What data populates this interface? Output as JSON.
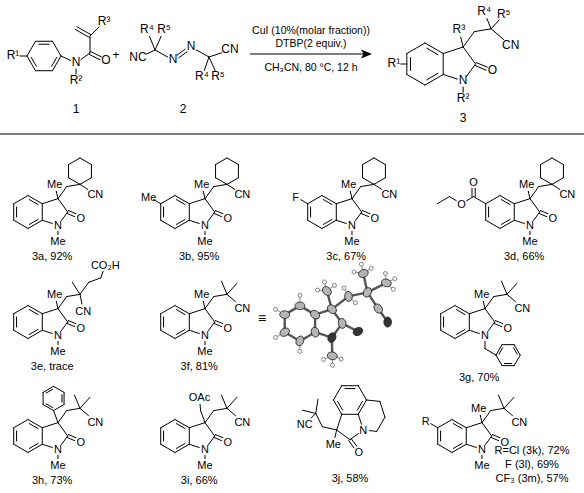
{
  "diagram": {
    "labels": [
      "R¹",
      "R³",
      "N",
      "O",
      "R²",
      "1",
      "+",
      "R⁴",
      "R⁵",
      "NC",
      "N",
      "N",
      "CN",
      "R⁴",
      "R⁵",
      "2",
      "CuI (10%(molar fraction))",
      "DTBP(2 equiv.)",
      "CH₃CN, 80 °C, 12 h",
      "R¹",
      "R³",
      "R⁴",
      "R⁵",
      "CN",
      "N",
      "O",
      "R²",
      "3",
      "Me",
      "CN",
      "N",
      "O",
      "Me",
      "3a, 92%",
      "Me",
      "Me",
      "CN",
      "N",
      "O",
      "Me",
      "3b, 95%",
      "F",
      "Me",
      "CN",
      "N",
      "O",
      "Me",
      "3c, 67%",
      "O",
      "O",
      "Me",
      "CN",
      "N",
      "O",
      "Me",
      "3d, 66%",
      "Me",
      "CO₂H",
      "CN",
      "N",
      "O",
      "Me",
      "3e, trace",
      "Me",
      "CN",
      "N",
      "O",
      "Me",
      "3f, 81%",
      "≡",
      "Me",
      "CN",
      "N",
      "O",
      "3g, 70%",
      "CN",
      "N",
      "O",
      "Me",
      "3h, 73%",
      "OAc",
      "CN",
      "N",
      "O",
      "Me",
      "3i, 66%",
      "NC",
      "Me",
      "N",
      "O",
      "3j, 58%",
      "R",
      "Me",
      "CN",
      "N",
      "O",
      "Me",
      "R=Cl (3k), 72%",
      "F (3l), 69%",
      "CF₃ (3m), 57%"
    ]
  }
}
